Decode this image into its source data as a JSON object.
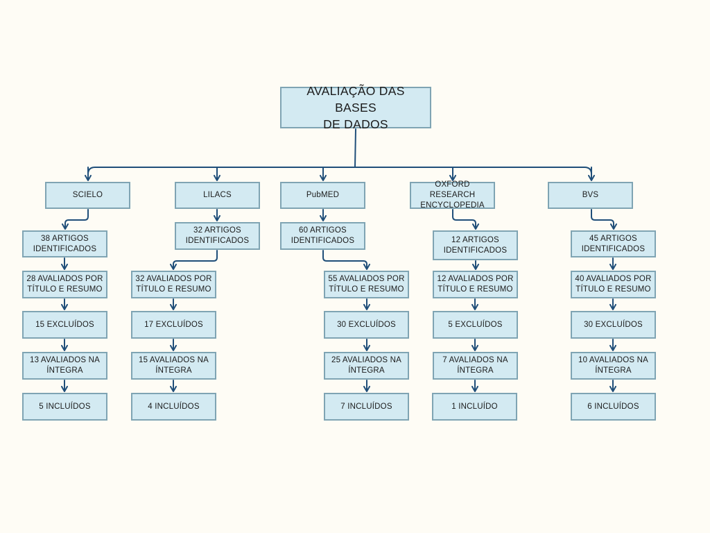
{
  "diagram": {
    "root": {
      "label": "AVALIAÇÃO DAS BASES\nDE DADOS"
    },
    "databases": [
      {
        "name": "SCIELO",
        "identified": "38 ARTIGOS\nIDENTIFICADOS",
        "screened": "28 AVALIADOS POR\nTÍTULO E RESUMO",
        "excluded": "15 EXCLUÍDOS",
        "full_text": "13 AVALIADOS NA\nÍNTEGRA",
        "included": "5 INCLUÍDOS"
      },
      {
        "name": "LILACS",
        "identified": "32 ARTIGOS\nIDENTIFICADOS",
        "screened": "32 AVALIADOS POR\nTÍTULO E RESUMO",
        "excluded": "17 EXCLUÍDOS",
        "full_text": "15 AVALIADOS NA\nÍNTEGRA",
        "included": "4 INCLUÍDOS"
      },
      {
        "name": "PubMED",
        "identified": "60 ARTIGOS\nIDENTIFICADOS",
        "screened": "55 AVALIADOS POR\nTÍTULO E RESUMO",
        "excluded": "30 EXCLUÍDOS",
        "full_text": "25 AVALIADOS NA\nÍNTEGRA",
        "included": "7 INCLUÍDOS"
      },
      {
        "name": "OXFORD RESEARCH\nENCYCLOPEDIA",
        "identified": "12 ARTIGOS\nIDENTIFICADOS",
        "screened": "12 AVALIADOS POR\nTÍTULO E RESUMO",
        "excluded": "5 EXCLUÍDOS",
        "full_text": "7 AVALIADOS NA\nÍNTEGRA",
        "included": "1 INCLUÍDO"
      },
      {
        "name": "BVS",
        "identified": "45 ARTIGOS\nIDENTIFICADOS",
        "screened": "40 AVALIADOS POR\nTÍTULO E RESUMO",
        "excluded": "30 EXCLUÍDOS",
        "full_text": "10 AVALIADOS NA\nÍNTEGRA",
        "included": "6 INCLUÍDOS"
      }
    ]
  },
  "colors": {
    "background": "#fefcf5",
    "box_fill": "#d3eaf2",
    "box_border": "#7fa4b3",
    "connector": "#1f4e79",
    "text": "#1b1b1b"
  }
}
